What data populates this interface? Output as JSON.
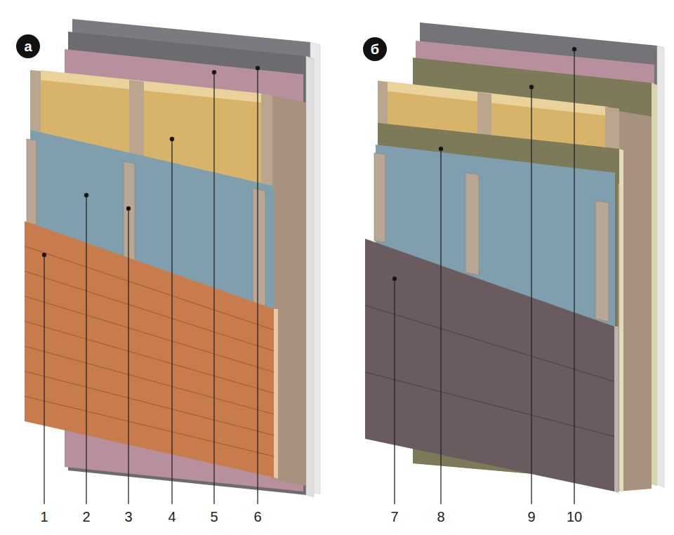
{
  "diagram": {
    "nodes": [
      {
        "text": [
          "а"
        ]
      },
      {
        "text": [
          "б"
        ]
      }
    ],
    "labels": [
      "1",
      "2",
      "3",
      "4",
      "5",
      "6",
      "7",
      "8",
      "9",
      "10"
    ]
  }
}
